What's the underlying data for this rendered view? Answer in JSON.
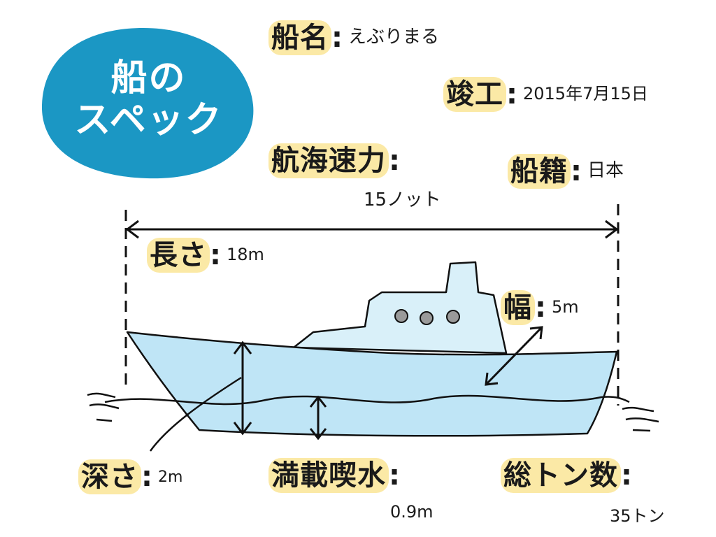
{
  "title": "船のスペック",
  "title_lines": [
    "船の",
    "スペック"
  ],
  "colors": {
    "badge": "#1b97c4",
    "hull": "#bfe5f6",
    "highlight": "#fbe9a6",
    "cabin": "#d9f0f9",
    "porthole": "#9a9a9a"
  },
  "specs": {
    "name": {
      "label": "船名",
      "value": "えぶりまる"
    },
    "completion": {
      "label": "竣工",
      "value": "2015年7月15日"
    },
    "speed": {
      "label": "航海速力",
      "value": "15ノット"
    },
    "flag": {
      "label": "船籍",
      "value": "日本"
    },
    "length": {
      "label": "長さ",
      "value": "18m"
    },
    "width": {
      "label": "幅",
      "value": "5m"
    },
    "depth": {
      "label": "深さ",
      "value": "2m"
    },
    "draft": {
      "label": "満載喫水",
      "value": "0.9m"
    },
    "gross_tonnage": {
      "label": "総トン数",
      "value": "35トン"
    }
  },
  "colon": ":"
}
